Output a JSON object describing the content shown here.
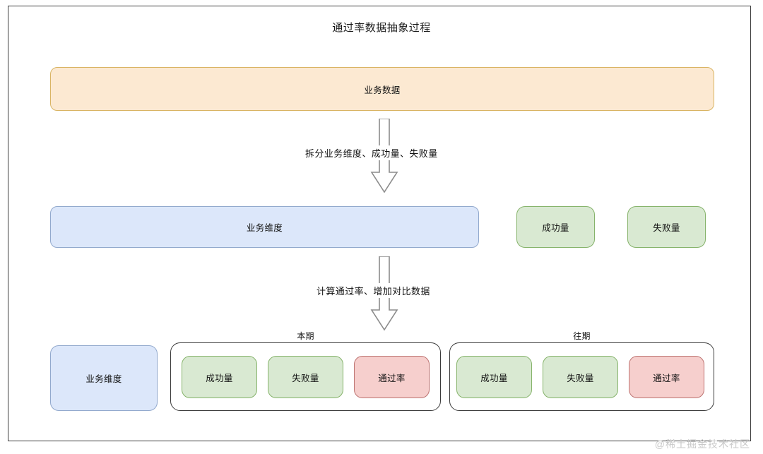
{
  "diagram": {
    "title": "通过率数据抽象过程",
    "watermark": "@稀土掘金技术社区",
    "colors": {
      "orange_fill": "#fce9d2",
      "orange_border": "#d9b463",
      "blue_fill": "#dce7fa",
      "blue_border": "#92a9cd",
      "green_fill": "#d9e9d2",
      "green_border": "#86b36b",
      "red_fill": "#f6cfcd",
      "red_border": "#bd7472",
      "frame_border": "#3c3c3c"
    },
    "row1": {
      "business_data": "业务数据"
    },
    "arrow1": {
      "label": "拆分业务维度、成功量、失败量",
      "icon": "down-block-arrow-icon"
    },
    "row2": {
      "business_dimension": "业务维度",
      "success_count": "成功量",
      "fail_count": "失败量"
    },
    "arrow2": {
      "label": "计算通过率、增加对比数据",
      "icon": "down-block-arrow-icon"
    },
    "row3": {
      "business_dimension": "业务维度",
      "groups": [
        {
          "label": "本期",
          "cells": [
            {
              "text": "成功量",
              "color": "green"
            },
            {
              "text": "失败量",
              "color": "green"
            },
            {
              "text": "通过率",
              "color": "red"
            }
          ]
        },
        {
          "label": "往期",
          "cells": [
            {
              "text": "成功量",
              "color": "green"
            },
            {
              "text": "失败量",
              "color": "green"
            },
            {
              "text": "通过率",
              "color": "red"
            }
          ]
        }
      ]
    }
  }
}
